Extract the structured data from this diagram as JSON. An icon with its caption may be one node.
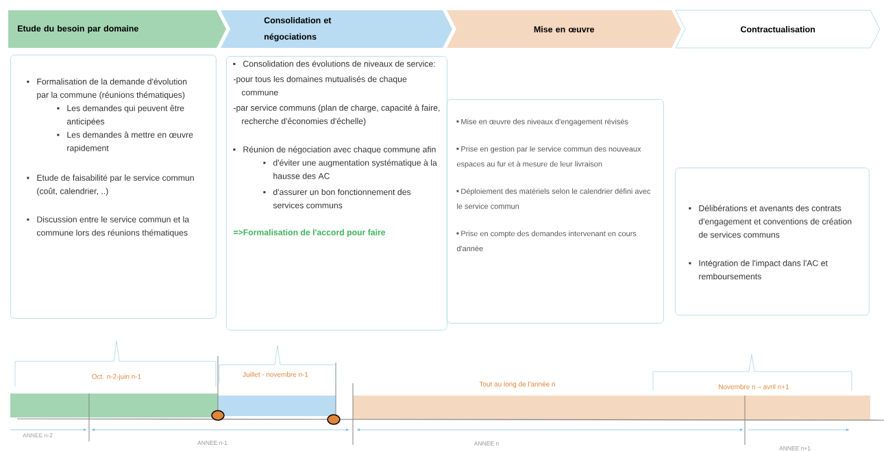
{
  "diagram": {
    "nodes": [
      {
        "text": [
          "Etude du besoin par domaine"
        ]
      },
      {
        "text": [
          "Consolidation et négociations"
        ]
      },
      {
        "text": [
          "Mise en œuvre"
        ]
      },
      {
        "text": [
          "Contractualisation"
        ]
      },
      {
        "text": [
          "Formalisation de la demande d'évolution par la commune (réunions thématiques)",
          "Les demandes qui peuvent être anticipées",
          "Les demandes à mettre en œuvre rapidement",
          "Etude de faisabilité par le service commun (coût, calendrier, ..)",
          "Discussion entre le service commun et la commune lors des réunions thématiques"
        ]
      },
      {
        "text": [
          "Consolidation des évolutions de niveaux de service:",
          "-pour tous les domaines mutualisés de chaque commune",
          "-par service communs (plan de charge, capacité à faire, recherche d'économies d'échelle)",
          "Réunion de négociation avec chaque commune afin",
          "d'éviter une augmentation systématique à la hausse des AC",
          "d'assurer un bon fonctionnement des services communs",
          "=>Formalisation de l'accord pour faire"
        ]
      },
      {
        "text": [
          "Mise en œuvre des niveaux d'engagement révisés",
          "Prise en gestion par le service commun des nouveaux espaces au fur et à mesure de leur livraison",
          "Déploiement des matériels selon le calendrier défini avec le service commun",
          "Prise en compte des demandes intervenant en cours d'année"
        ]
      },
      {
        "text": [
          "Délibérations et avenants des contrats d'engagement et conventions de création de services communs",
          "Intégration de l'impact dans l'AC et remboursements"
        ]
      }
    ],
    "labels": [
      "Oct. n-2-juin n-1",
      "Juillet - novembre n-1",
      "Tout au long de l'année n",
      "Novembre n – avril n+1",
      "ANNEE n-2",
      "ANNEE n-1",
      "ANNEE n",
      "ANNEE n+1"
    ]
  }
}
